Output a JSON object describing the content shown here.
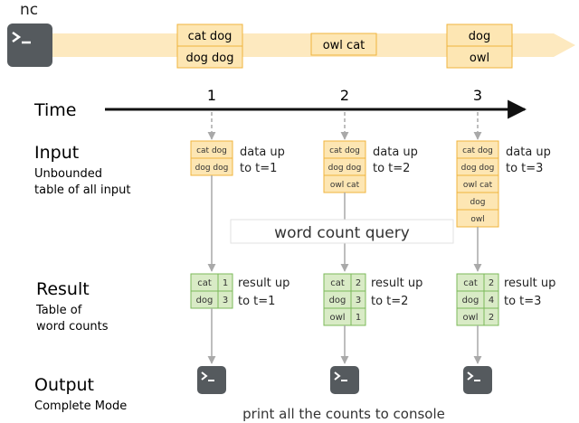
{
  "source": {
    "label": "nc",
    "batches": [
      [
        "cat dog",
        "dog dog"
      ],
      [
        "owl cat"
      ],
      [
        "dog",
        "owl"
      ]
    ]
  },
  "timeline": {
    "label": "Time",
    "ticks": [
      "1",
      "2",
      "3"
    ]
  },
  "rows": {
    "input": {
      "title": "Input",
      "subtitle_lines": [
        "Unbounded",
        "table of all input"
      ]
    },
    "result": {
      "title": "Result",
      "subtitle_lines": [
        "Table of",
        "word counts"
      ]
    },
    "output": {
      "title": "Output",
      "subtitle": "Complete Mode"
    }
  },
  "query_label": "word count query",
  "console_caption": "print all the counts to console",
  "steps": [
    {
      "input_rows": [
        "cat dog",
        "dog dog"
      ],
      "input_note_lines": [
        "data up",
        "to t=1"
      ],
      "result_rows": [
        [
          "cat",
          "1"
        ],
        [
          "dog",
          "3"
        ]
      ],
      "result_note_lines": [
        "result up",
        "to t=1"
      ]
    },
    {
      "input_rows": [
        "cat dog",
        "dog dog",
        "owl cat"
      ],
      "input_note_lines": [
        "data up",
        "to t=2"
      ],
      "result_rows": [
        [
          "cat",
          "2"
        ],
        [
          "dog",
          "3"
        ],
        [
          "owl",
          "1"
        ]
      ],
      "result_note_lines": [
        "result up",
        "to t=2"
      ]
    },
    {
      "input_rows": [
        "cat dog",
        "dog dog",
        "owl cat",
        "dog",
        "owl"
      ],
      "input_note_lines": [
        "data up",
        "to t=3"
      ],
      "result_rows": [
        [
          "cat",
          "2"
        ],
        [
          "dog",
          "4"
        ],
        [
          "owl",
          "2"
        ]
      ],
      "result_note_lines": [
        "result up",
        "to t=3"
      ]
    }
  ],
  "colors": {
    "input_fill": "#fde6b3",
    "input_stroke": "#f0b43c",
    "result_fill": "#d9ebc6",
    "result_stroke": "#7cb95a",
    "stream_band": "#fde9bf",
    "terminal": "#555a5e",
    "arrow_gray": "#a9a9a9",
    "axis": "#111111"
  }
}
